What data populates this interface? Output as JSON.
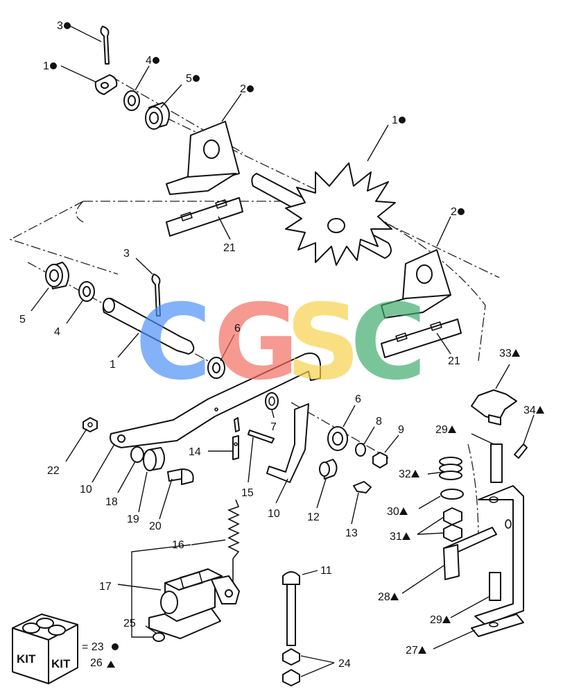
{
  "callouts": [
    {
      "id": "c3a",
      "text": "3",
      "mark": "circle"
    },
    {
      "id": "c1a",
      "text": "1",
      "mark": "circle"
    },
    {
      "id": "c4a",
      "text": "4",
      "mark": "circle"
    },
    {
      "id": "c5a",
      "text": "5",
      "mark": "circle"
    },
    {
      "id": "c2a",
      "text": "2",
      "mark": "circle"
    },
    {
      "id": "c1b",
      "text": "1",
      "mark": "circle"
    },
    {
      "id": "c2b",
      "text": "2",
      "mark": "circle"
    },
    {
      "id": "c21a",
      "text": "21",
      "mark": ""
    },
    {
      "id": "c3b",
      "text": "3",
      "mark": ""
    },
    {
      "id": "c5b",
      "text": "5",
      "mark": ""
    },
    {
      "id": "c4b",
      "text": "4",
      "mark": ""
    },
    {
      "id": "c1c",
      "text": "1",
      "mark": ""
    },
    {
      "id": "c6a",
      "text": "6",
      "mark": ""
    },
    {
      "id": "c21b",
      "text": "21",
      "mark": ""
    },
    {
      "id": "c33",
      "text": "33",
      "mark": "triangle"
    },
    {
      "id": "c34",
      "text": "34",
      "mark": "triangle"
    },
    {
      "id": "c29a",
      "text": "29",
      "mark": "triangle"
    },
    {
      "id": "c6b",
      "text": "6",
      "mark": ""
    },
    {
      "id": "c7",
      "text": "7",
      "mark": ""
    },
    {
      "id": "c8",
      "text": "8",
      "mark": ""
    },
    {
      "id": "c9",
      "text": "9",
      "mark": ""
    },
    {
      "id": "c22",
      "text": "22",
      "mark": ""
    },
    {
      "id": "c14",
      "text": "14",
      "mark": ""
    },
    {
      "id": "c15",
      "text": "15",
      "mark": ""
    },
    {
      "id": "c32",
      "text": "32",
      "mark": "triangle"
    },
    {
      "id": "c10a",
      "text": "10",
      "mark": ""
    },
    {
      "id": "c18",
      "text": "18",
      "mark": ""
    },
    {
      "id": "c19",
      "text": "19",
      "mark": ""
    },
    {
      "id": "c20",
      "text": "20",
      "mark": ""
    },
    {
      "id": "c10b",
      "text": "10",
      "mark": ""
    },
    {
      "id": "c12",
      "text": "12",
      "mark": ""
    },
    {
      "id": "c13",
      "text": "13",
      "mark": ""
    },
    {
      "id": "c30",
      "text": "30",
      "mark": "triangle"
    },
    {
      "id": "c31",
      "text": "31",
      "mark": "triangle"
    },
    {
      "id": "c16",
      "text": "16",
      "mark": ""
    },
    {
      "id": "c11",
      "text": "11",
      "mark": ""
    },
    {
      "id": "c17",
      "text": "17",
      "mark": ""
    },
    {
      "id": "c28",
      "text": "28",
      "mark": "triangle"
    },
    {
      "id": "c25",
      "text": "25",
      "mark": ""
    },
    {
      "id": "c29b",
      "text": "29",
      "mark": "triangle"
    },
    {
      "id": "c27",
      "text": "27",
      "mark": "triangle"
    },
    {
      "id": "c24",
      "text": "24",
      "mark": ""
    }
  ],
  "kit": {
    "box_text_left": "KIT",
    "box_text_right": "KIT",
    "legend_line1": "= 23",
    "legend_mark1": "circle",
    "legend_line2": "26",
    "legend_mark2": "triangle"
  },
  "watermark": {
    "letters": [
      "C",
      "G",
      "S",
      "C"
    ],
    "colors": [
      "#4a8ff7",
      "#f26a5e",
      "#f7d046",
      "#3aaa6a"
    ]
  },
  "colors": {
    "line": "#111111",
    "background": "#ffffff"
  }
}
